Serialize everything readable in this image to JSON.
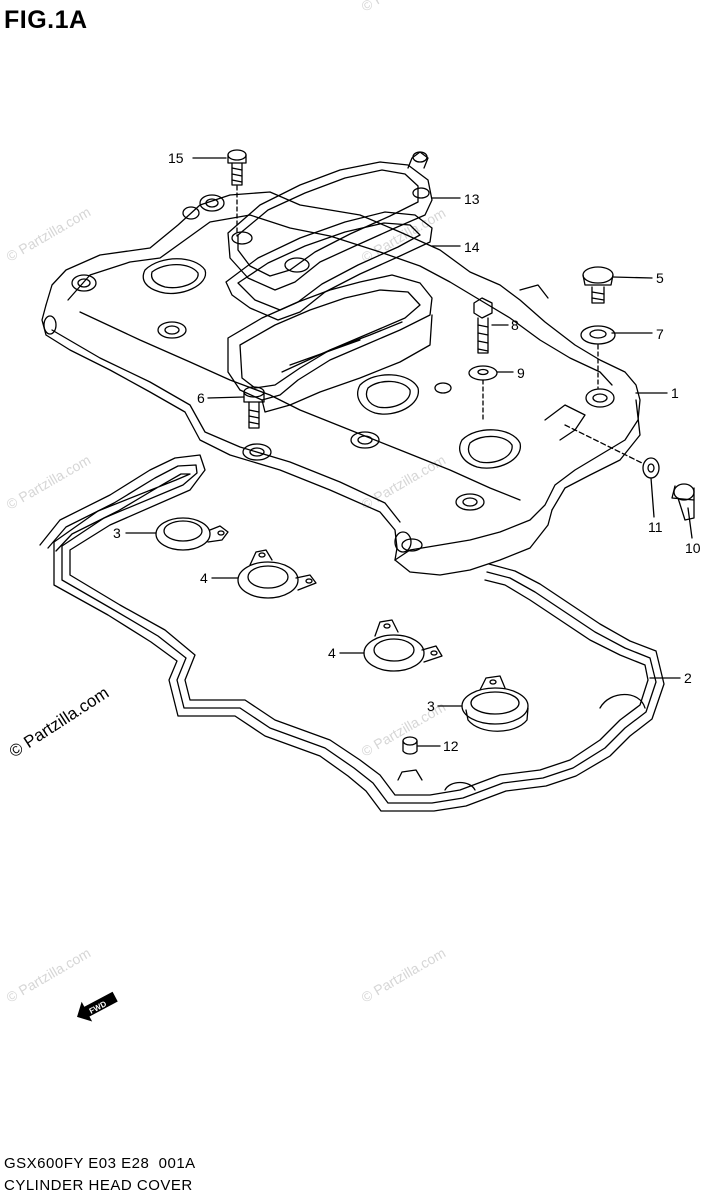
{
  "figure": {
    "title": "FIG.1A"
  },
  "callouts": [
    {
      "num": "15",
      "part": "bolt"
    },
    {
      "num": "13",
      "part": "breather-cover"
    },
    {
      "num": "14",
      "part": "breather-gasket"
    },
    {
      "num": "5",
      "part": "cap-bolt"
    },
    {
      "num": "8",
      "part": "bolt"
    },
    {
      "num": "7",
      "part": "washer"
    },
    {
      "num": "9",
      "part": "washer"
    },
    {
      "num": "1",
      "part": "cylinder-head-cover"
    },
    {
      "num": "6",
      "part": "bolt"
    },
    {
      "num": "3",
      "part": "plug-hole-gasket"
    },
    {
      "num": "4",
      "part": "plug-hole-gasket"
    },
    {
      "num": "11",
      "part": "washer"
    },
    {
      "num": "10",
      "part": "bolt"
    },
    {
      "num": "2",
      "part": "cover-gasket"
    },
    {
      "num": "4",
      "part": "plug-hole-gasket"
    },
    {
      "num": "3",
      "part": "plug-hole-gasket"
    },
    {
      "num": "12",
      "part": "dowel-pin"
    }
  ],
  "watermark": {
    "text": "© Partzilla.com"
  },
  "fwd_marker": {
    "text": "FWD",
    "icon": "fwd-arrow-icon"
  },
  "caption": {
    "model_code": "GSX600FY E03 E28  001A",
    "title": "CYLINDER HEAD COVER"
  }
}
